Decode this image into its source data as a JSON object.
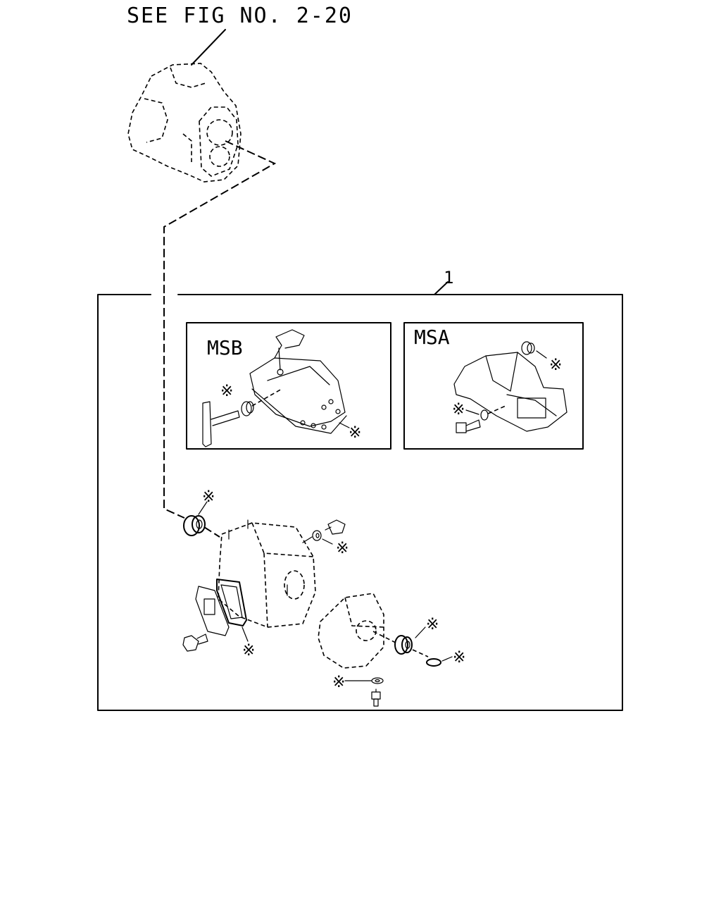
{
  "diagram": {
    "reference_label": "SEE FIG NO. 2-20",
    "callout_number": "1",
    "panels": [
      {
        "id": "msb",
        "label": "MSB"
      },
      {
        "id": "msa",
        "label": "MSA"
      }
    ],
    "kit_marker": "※"
  }
}
